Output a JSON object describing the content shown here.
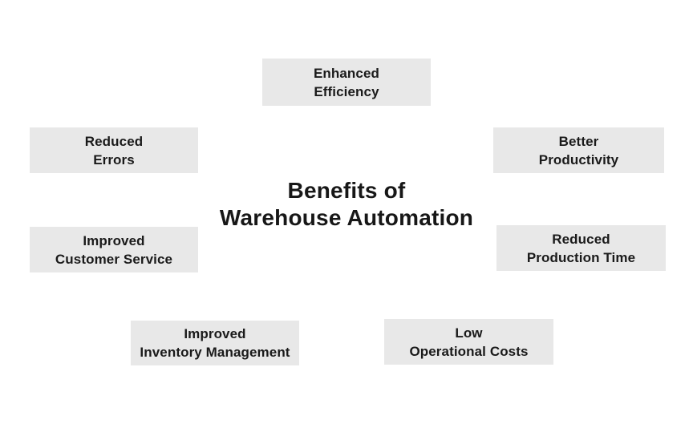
{
  "title": {
    "line1": "Benefits of",
    "line2": "Warehouse Automation"
  },
  "colors": {
    "background": "#ffffff",
    "box_background": "#e8e8e8",
    "text": "#1a1a1a"
  },
  "benefits": [
    {
      "id": "enhanced-efficiency",
      "line1": "Enhanced",
      "line2": "Efficiency"
    },
    {
      "id": "reduced-errors",
      "line1": "Reduced",
      "line2": "Errors"
    },
    {
      "id": "better-productivity",
      "line1": "Better",
      "line2": "Productivity"
    },
    {
      "id": "improved-customer-service",
      "line1": "Improved",
      "line2": "Customer Service"
    },
    {
      "id": "reduced-production-time",
      "line1": "Reduced",
      "line2": "Production Time"
    },
    {
      "id": "improved-inventory-management",
      "line1": "Improved",
      "line2": "Inventory Management"
    },
    {
      "id": "low-operational-costs",
      "line1": "Low",
      "line2": "Operational Costs"
    }
  ]
}
